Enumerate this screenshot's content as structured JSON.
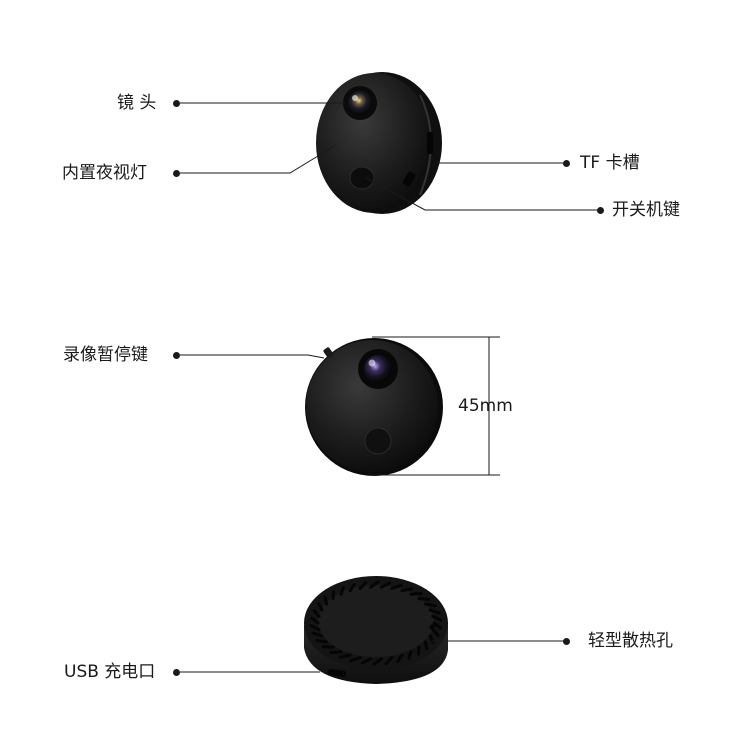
{
  "callouts": {
    "lens": "镜 头",
    "night_light": "内置夜视灯",
    "tf_slot": "TF 卡槽",
    "power_key": "开关机键",
    "record_key": "录像暂停键",
    "usb_port": "USB 充电口",
    "vents": "轻型散热孔"
  },
  "dimension": {
    "diameter": "45mm"
  },
  "colors": {
    "body": "#151515",
    "line": "#1a1a1a"
  }
}
